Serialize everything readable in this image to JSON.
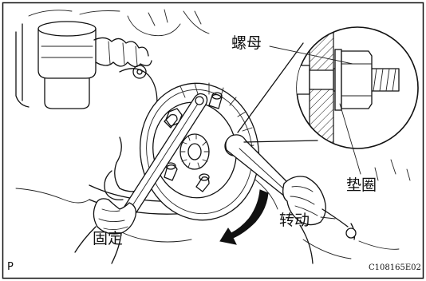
{
  "labels": {
    "nut": "螺母",
    "washer": "垫圈",
    "hold": "固定",
    "turn": "转动"
  },
  "corner_mark": "P",
  "figure_code": "C108165E02"
}
